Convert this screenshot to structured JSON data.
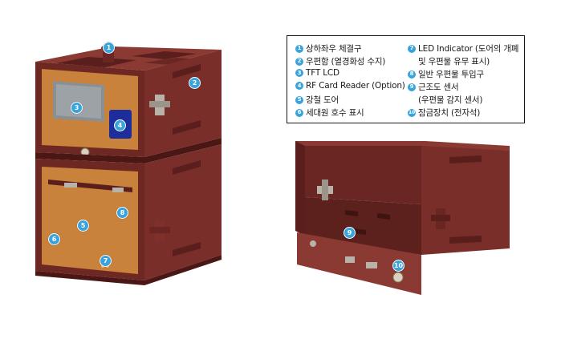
{
  "colors": {
    "frame": "#7a2e2a",
    "frame_dark": "#5a1f1c",
    "frame_shadow": "#4a1715",
    "door": "#c8823b",
    "lcd": "#8a8f93",
    "reader": "#1e2d9c",
    "accent": "#3aa3dc"
  },
  "legend": {
    "left": [
      {
        "num": "1",
        "text": "상하좌우  체결구"
      },
      {
        "num": "2",
        "text": "우편함 (열경화성 수지)"
      },
      {
        "num": "3",
        "text": "TFT LCD"
      },
      {
        "num": "4",
        "text": "RF Card Reader (Option)"
      },
      {
        "num": "5",
        "text": "강철 도어"
      },
      {
        "num": "6",
        "text": "세대원 호수 표시"
      }
    ],
    "right": [
      {
        "num": "7",
        "text": "LED Indicator (도어의 개폐",
        "cont": "및 우편물 유무 표시)"
      },
      {
        "num": "8",
        "text": "일반 우편물 투입구"
      },
      {
        "num": "9",
        "text": "근조도 센서",
        "cont": "(우편물 감지 센서)"
      },
      {
        "num": "10",
        "text": "잠금장치 (전자석)"
      }
    ]
  },
  "callouts_left": [
    "1",
    "2",
    "3",
    "4",
    "5",
    "6",
    "7",
    "8"
  ],
  "callouts_right": [
    "9",
    "10"
  ]
}
